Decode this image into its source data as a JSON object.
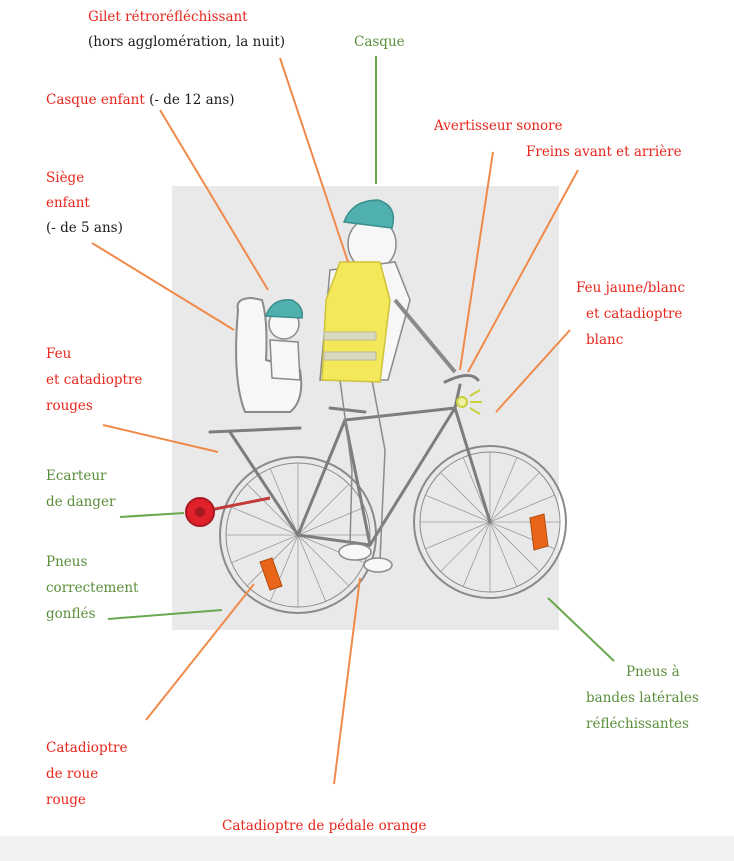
{
  "labels": {
    "gilet_line1": "Gilet rétroréfléchissant",
    "gilet_line2": "(hors agglomération, la nuit)",
    "casque": "Casque",
    "casque_enfant": "Casque enfant",
    "casque_enfant_note": "(- de 12 ans)",
    "siege_line1": "Siège",
    "siege_line2": "enfant",
    "siege_line3": "(- de 5 ans)",
    "avertisseur": "Avertisseur sonore",
    "freins": "Freins avant et arrière",
    "feu_jaune_line1": "Feu jaune/blanc",
    "feu_jaune_line2": "et catadioptre",
    "feu_jaune_line3": "blanc",
    "feu_rouge_line1": "Feu",
    "feu_rouge_line2": "et catadioptre",
    "feu_rouge_line3": "rouges",
    "ecarteur_line1": "Ecarteur",
    "ecarteur_line2": "de danger",
    "pneus_line1": "Pneus",
    "pneus_line2": "correctement",
    "pneus_line3": "gonflés",
    "pneus_bandes_line1": "Pneus à",
    "pneus_bandes_line2": "bandes  latérales",
    "pneus_bandes_line3": "réfléchissantes",
    "cata_roue_line1": "Catadioptre",
    "cata_roue_line2": "de roue",
    "cata_roue_line3": "rouge",
    "cata_pedale": "Catadioptre de pédale orange"
  },
  "colors": {
    "required": "#e8261c",
    "recommended": "#5a8e3a",
    "note": "#1a1a1a",
    "leader_orange": "#f08a4b",
    "leader_green": "#6aa84f",
    "vest_yellow": "#f2e85a",
    "helmet_teal": "#4fb0ad",
    "orange_reflector": "#e8651a",
    "red_light": "#e0202a"
  }
}
